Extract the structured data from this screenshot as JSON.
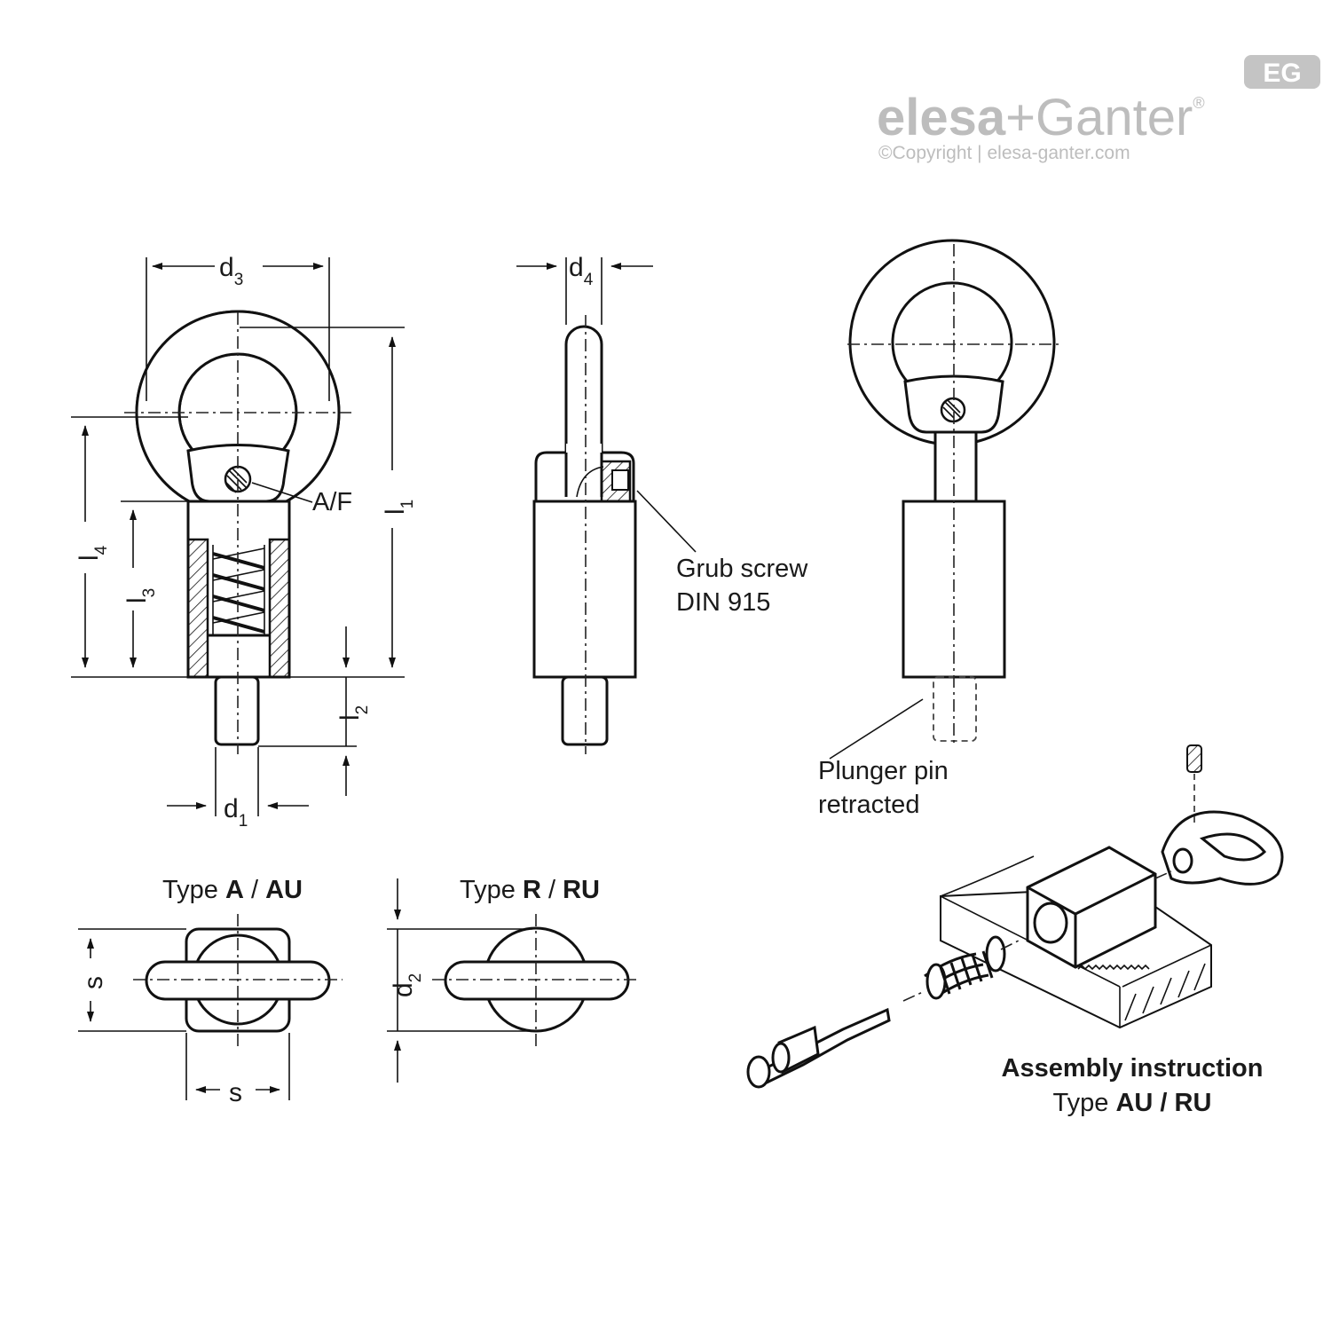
{
  "brand": {
    "badge": "EG",
    "name_part1": "elesa",
    "plus": "+",
    "name_part2": "Ganter",
    "reg_mark": "®",
    "copyright": "©Copyright | elesa-ganter.com"
  },
  "dimensions": {
    "d3": {
      "base": "d",
      "sub": "3"
    },
    "d4": {
      "base": "d",
      "sub": "4"
    },
    "d1": {
      "base": "d",
      "sub": "1"
    },
    "d2": {
      "base": "d",
      "sub": "2"
    },
    "l1": {
      "base": "l",
      "sub": "1"
    },
    "l2": {
      "base": "l",
      "sub": "2"
    },
    "l3": {
      "base": "l",
      "sub": "3"
    },
    "l4": {
      "base": "l",
      "sub": "4"
    },
    "af": "A/F",
    "s_vertical": "s",
    "s_horizontal": "s"
  },
  "callouts": {
    "grub_screw_line1": "Grub screw",
    "grub_screw_line2": "DIN 915",
    "plunger_line1": "Plunger pin",
    "plunger_line2": "retracted"
  },
  "type_a": {
    "prefix": "Type ",
    "code1": "A",
    "sep": " / ",
    "code2": "AU"
  },
  "type_r": {
    "prefix": "Type ",
    "code1": "R",
    "sep": " / ",
    "code2": "RU"
  },
  "assembly": {
    "title": "Assembly instruction",
    "type_prefix": "Type ",
    "type_codes": "AU / RU"
  }
}
